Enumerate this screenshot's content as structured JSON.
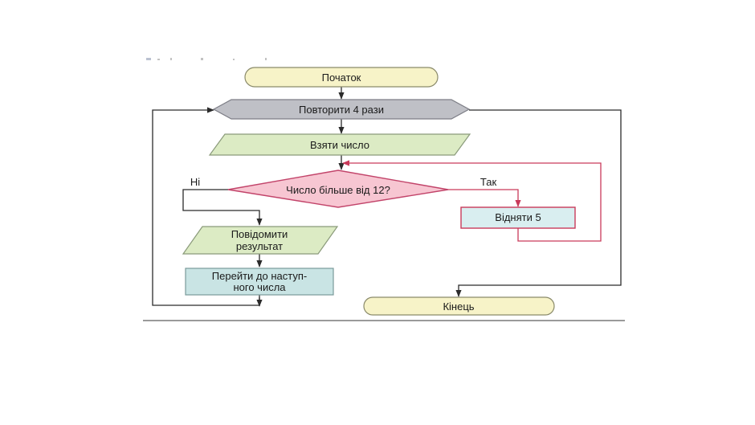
{
  "flowchart": {
    "start": {
      "label": "Початок"
    },
    "loop": {
      "label": "Повторити 4 рази"
    },
    "input": {
      "label": "Взяти число"
    },
    "decision": {
      "label": "Число більше від 12?"
    },
    "branch_no": {
      "label": "Ні"
    },
    "branch_yes": {
      "label": "Так"
    },
    "subtract": {
      "label": "Відняти 5"
    },
    "report": {
      "line1": "Повідомити",
      "line2": "результат"
    },
    "next": {
      "line1": "Перейти до наступ-",
      "line2": "ного числа"
    },
    "end": {
      "label": "Кінець"
    }
  },
  "colors": {
    "terminator_fill": "#f7f3c8",
    "loop_fill": "#bfc0c6",
    "io_fill": "#dcebc4",
    "decision_fill": "#f7c6d2",
    "decision_stroke": "#c2446a",
    "process_fill": "#c9e4e4",
    "subtract_fill": "#d9eef0",
    "subtract_stroke": "#c93a5a"
  }
}
